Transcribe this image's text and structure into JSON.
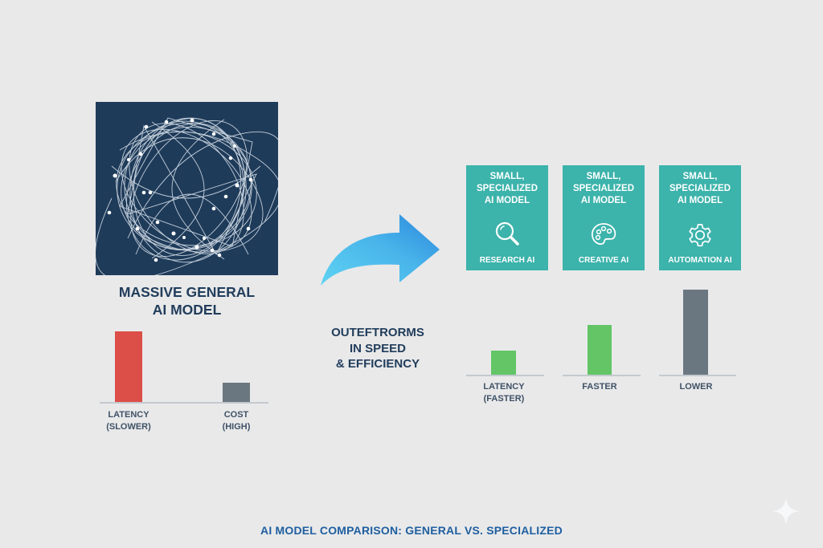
{
  "general_model": {
    "title_line1": "MASSIVE GENERAL",
    "title_line2": "AI MODEL",
    "panel_icon": "neural-network-tangle-icon",
    "panel_color": "#1f3b5a"
  },
  "transition": {
    "icon": "curved-arrow-right-icon",
    "text_line1": "OUTEFTRORMS",
    "text_line2": "IN SPEED",
    "text_line3": "& EFFICIENCY"
  },
  "specialized_models": [
    {
      "title_line1": "SMALL,",
      "title_line2": "SPECIALIZED",
      "title_line3": "AI MODEL",
      "icon": "magnifier-icon",
      "label": "RESEARCH AI"
    },
    {
      "title_line1": "SMALL,",
      "title_line2": "SPECIALIZED",
      "title_line3": "AI MODEL",
      "icon": "palette-icon",
      "label": "CREATIVE AI"
    },
    {
      "title_line1": "SMALL,",
      "title_line2": "SPECIALIZED",
      "title_line3": "AI MODEL",
      "icon": "gear-icon",
      "label": "AUTOMATION AI"
    }
  ],
  "colors": {
    "background": "#e9e9ea",
    "card_teal": "#3cb3ab",
    "bar_red": "#dc4e48",
    "bar_green": "#63c566",
    "bar_gray": "#6b7780",
    "heading_navy": "#213d5b",
    "footer_blue": "#1f5fa0",
    "arrow_light": "#5fd0f0",
    "arrow_dark": "#2b86dc"
  },
  "chart_data": [
    {
      "type": "bar",
      "title": "MASSIVE GENERAL AI MODEL",
      "categories": [
        "LATENCY (SLOWER)",
        "COST (HIGH)"
      ],
      "values": [
        89,
        25
      ],
      "colors": [
        "#dc4e48",
        "#6b7780"
      ],
      "xlabel": "",
      "ylabel": "",
      "units": "relative bar height (px, unlabeled axis)",
      "grid": false
    },
    {
      "type": "bar",
      "title": "SMALL, SPECIALIZED AI MODELS",
      "categories": [
        "LATENCY (FASTER)",
        "FASTER",
        "LOWER"
      ],
      "values": [
        31,
        63,
        107
      ],
      "colors": [
        "#63c566",
        "#63c566",
        "#6b7780"
      ],
      "xlabel": "",
      "ylabel": "",
      "units": "relative bar height (px, unlabeled axis)",
      "grid": false
    }
  ],
  "left_chart_labels": [
    {
      "line1": "LATENCY",
      "line2": "(SLOWER)"
    },
    {
      "line1": "COST",
      "line2": "(HIGH)"
    }
  ],
  "right_chart_labels": [
    {
      "line1": "LATENCY",
      "line2": "(FASTER)"
    },
    {
      "line1": "FASTER",
      "line2": ""
    },
    {
      "line1": "LOWER",
      "line2": ""
    }
  ],
  "footer": {
    "title": "AI MODEL COMPARISON: GENERAL VS. SPECIALIZED"
  },
  "watermark": {
    "icon": "sparkle-icon"
  }
}
